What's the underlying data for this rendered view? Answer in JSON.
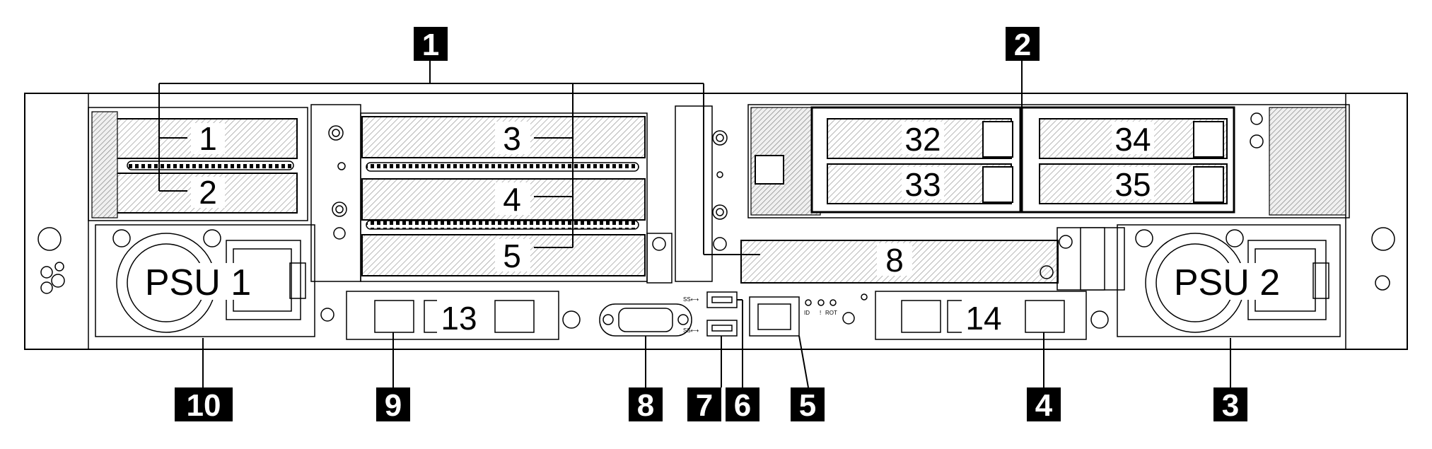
{
  "riser_slots": [
    {
      "label": "1"
    },
    {
      "label": "2"
    },
    {
      "label": "3"
    },
    {
      "label": "4"
    },
    {
      "label": "5"
    },
    {
      "label": "8"
    }
  ],
  "drive_bays": [
    {
      "label": "32"
    },
    {
      "label": "33"
    },
    {
      "label": "34"
    },
    {
      "label": "35"
    }
  ],
  "psus": [
    {
      "label": "PSU 1"
    },
    {
      "label": "PSU 2"
    }
  ],
  "ocp_modules": [
    {
      "label": "13"
    },
    {
      "label": "14"
    }
  ],
  "usb_symbols": {
    "top": "SS⟷",
    "bottom": "SS⟷"
  },
  "led_labels": {
    "id": "ID",
    "alert": "!",
    "rot": "ROT"
  },
  "callouts": [
    {
      "label": "1"
    },
    {
      "label": "2"
    },
    {
      "label": "3"
    },
    {
      "label": "4"
    },
    {
      "label": "5"
    },
    {
      "label": "6"
    },
    {
      "label": "7"
    },
    {
      "label": "8"
    },
    {
      "label": "9"
    },
    {
      "label": "10"
    }
  ]
}
